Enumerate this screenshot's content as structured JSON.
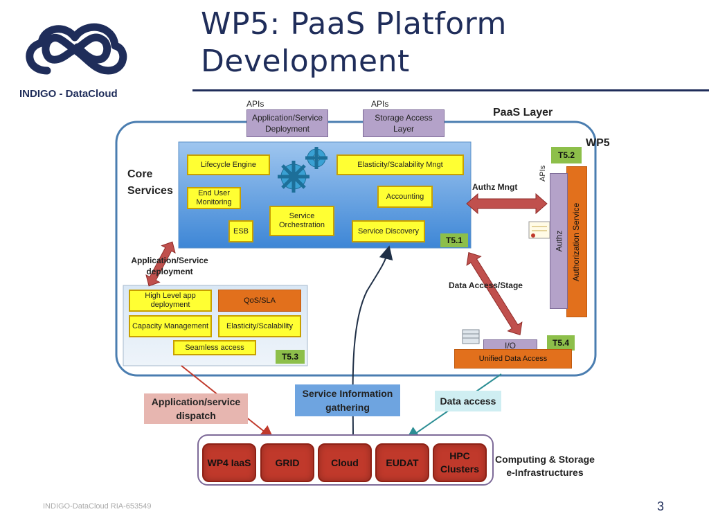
{
  "slide": {
    "title_line1": "WP5: PaaS Platform",
    "title_line2": "Development",
    "logo_text": "INDIGO - DataCloud",
    "footer_left": "INDIGO-DataCloud RIA-653549",
    "page_number": "3"
  },
  "diagram": {
    "apis_left": "APIs",
    "apis_right": "APIs",
    "app_service_deployment": "Application/Service Deployment",
    "storage_access_layer": "Storage Access Layer",
    "paas_layer": "PaaS Layer",
    "wp5": "WP5",
    "core_services": "Core Services",
    "lifecycle_engine": "Lifecycle Engine",
    "elasticity_mngt": "Elasticity/Scalability Mngt",
    "end_user_monitoring": "End User Monitoring",
    "accounting": "Accounting",
    "service_orchestration": "Service Orchestration",
    "esb": "ESB",
    "service_discovery": "Service Discovery",
    "t51": "T5.1",
    "t52": "T5.2",
    "t53": "T5.3",
    "t54": "T5.4",
    "authz_mngt": "Authz Mngt",
    "apis_vertical": "APIs",
    "authz": "Authz",
    "authorization_service": "Authorization Service",
    "app_service_deployment_lbl": "Application/Service deployment",
    "data_access_stage": "Data Access/Stage",
    "high_level_app": "High Level app deployment",
    "qos_sla": "QoS/SLA",
    "capacity_mgmt": "Capacity Management",
    "elasticity_scalability": "Elasticity/Scalability",
    "seamless_access": "Seamless access",
    "io": "I/O",
    "unified_data_access": "Unified Data Access",
    "app_service_dispatch": "Application/service dispatch",
    "service_info_gathering": "Service Information gathering",
    "data_access": "Data access",
    "infra": {
      "wp4": "WP4 IaaS",
      "grid": "GRID",
      "cloud": "Cloud",
      "eudat": "EUDAT",
      "hpc": "HPC Clusters"
    },
    "computing_storage": "Computing & Storage e-Infrastructures"
  }
}
